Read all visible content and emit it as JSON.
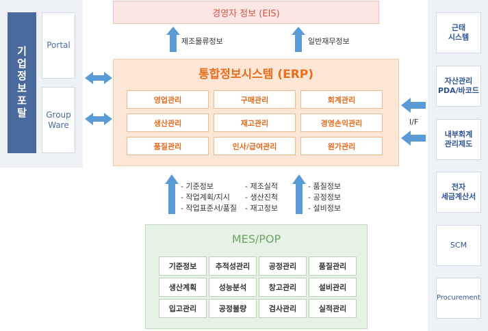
{
  "left": {
    "portal_bar": "기업정보포탈",
    "portal": "Portal",
    "groupware_line1": "Group",
    "groupware_line2": "Ware"
  },
  "eis": {
    "title": "경영자 정보 (EIS)"
  },
  "upper_labels": {
    "left": "제조물류정보",
    "right": "일반재무정보"
  },
  "erp": {
    "title": "통합정보시스템 (ERP)",
    "modules": [
      "영업관리",
      "구매관리",
      "회계관리",
      "생산관리",
      "재고관리",
      "경영손익관리",
      "품질관리",
      "인사/급여관리",
      "원가관리"
    ]
  },
  "lower_notes": {
    "col1": [
      "- 기준정보",
      "- 작업계획/지시",
      "- 작업표준서/품질"
    ],
    "col2": [
      "- 제조실적",
      "- 생산진척",
      "- 재고정보"
    ],
    "col3": [
      "- 품질정보",
      "- 공정정보",
      "- 설비정보"
    ]
  },
  "mes": {
    "title": "MES/POP",
    "modules": [
      "기준정보",
      "추적성관리",
      "공정관리",
      "품질관리",
      "생산계획",
      "성능분석",
      "창고관리",
      "설비관리",
      "입고관리",
      "공정불량",
      "검사관리",
      "실적관리"
    ]
  },
  "interface_label": "I/F",
  "right": [
    {
      "line1": "근태",
      "line2": "시스템"
    },
    {
      "line1": "자산관리",
      "line2": "PDA/바코드"
    },
    {
      "line1": "내부회계",
      "line2": "관리제도"
    },
    {
      "line1": "전자",
      "line2": "세금계산서"
    },
    {
      "line1": "SCM",
      "line2": ""
    },
    {
      "line1": "Procurement",
      "line2": ""
    }
  ],
  "colors": {
    "arrow": "#5b9bd5",
    "erp_accent": "#ea6d1d",
    "mes_accent": "#6aa55f",
    "eis_accent": "#d05545",
    "portal": "#4a6a9e"
  }
}
